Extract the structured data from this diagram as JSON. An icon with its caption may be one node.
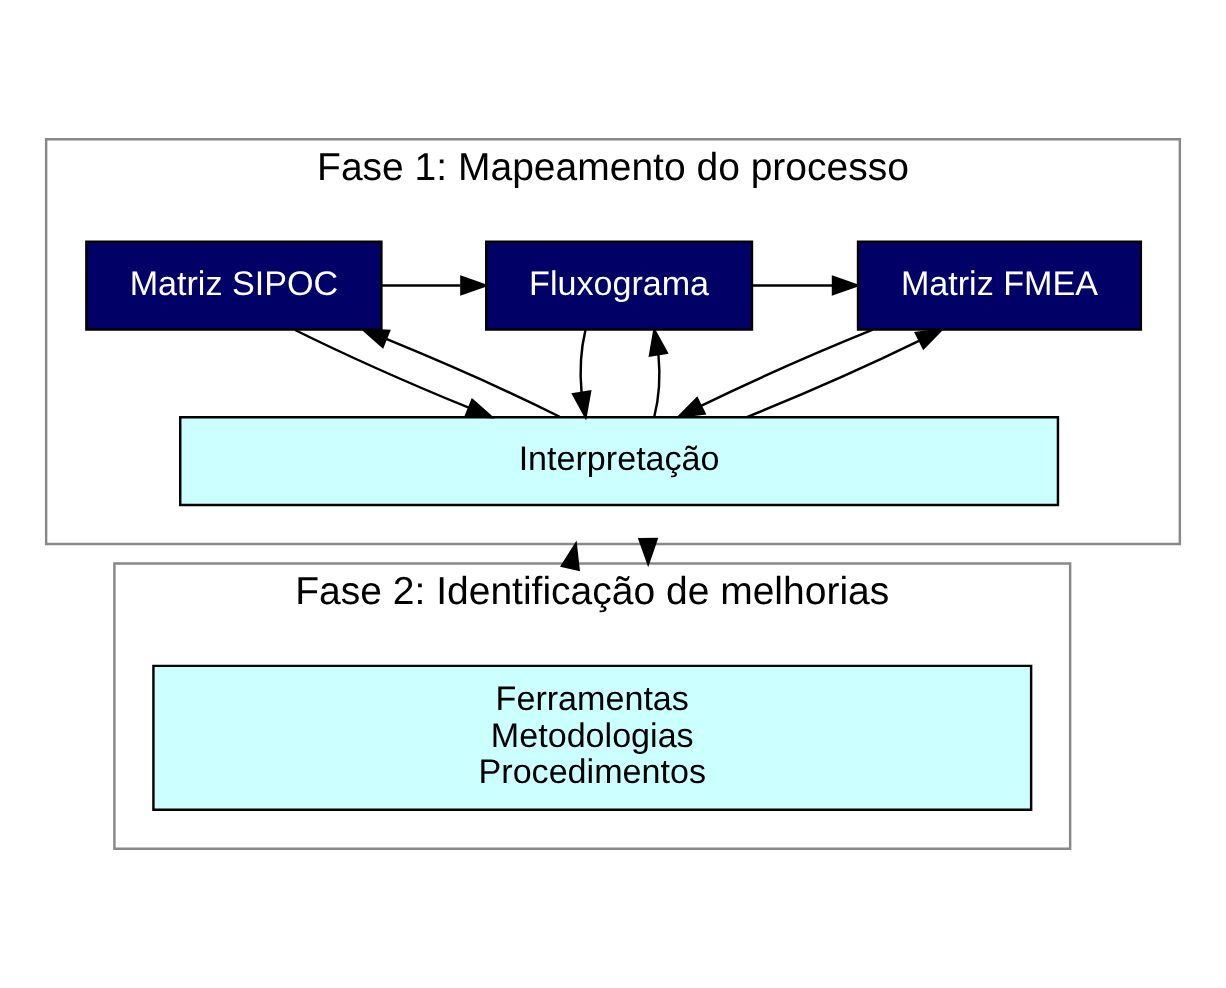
{
  "diagram": {
    "nodes": [
      {
        "text": [
          "Fase 1: Mapeamento do processo"
        ]
      },
      {
        "text": [
          "Matriz SIPOC"
        ],
        "in": 0
      },
      {
        "text": [
          "Fluxograma"
        ],
        "in": 0
      },
      {
        "text": [
          "Matriz FMEA"
        ],
        "in": 0
      },
      {
        "text": [
          "Interpretação"
        ],
        "in": 0
      },
      {
        "text": [
          "Fase 2: Identificação de melhorias"
        ]
      },
      {
        "text": [
          "Ferramentas",
          "Metodologias",
          "Procedimentos"
        ],
        "in": 5
      }
    ],
    "edges": [
      {
        "from": 1,
        "to": 2,
        "arrow": "to"
      },
      {
        "from": 2,
        "to": 3,
        "arrow": "to"
      },
      {
        "from": 4,
        "to": 1,
        "arrow": "to"
      },
      {
        "from": 1,
        "to": 4,
        "arrow": "to"
      },
      {
        "from": 4,
        "to": 2,
        "arrow": "to"
      },
      {
        "from": 2,
        "to": 4,
        "arrow": "to"
      },
      {
        "from": 4,
        "to": 3,
        "arrow": "to"
      },
      {
        "from": 3,
        "to": 4,
        "arrow": "to"
      },
      {
        "from": 0,
        "to": 5,
        "arrow": "to"
      },
      {
        "from": 5,
        "to": 0,
        "arrow": "to"
      }
    ]
  }
}
